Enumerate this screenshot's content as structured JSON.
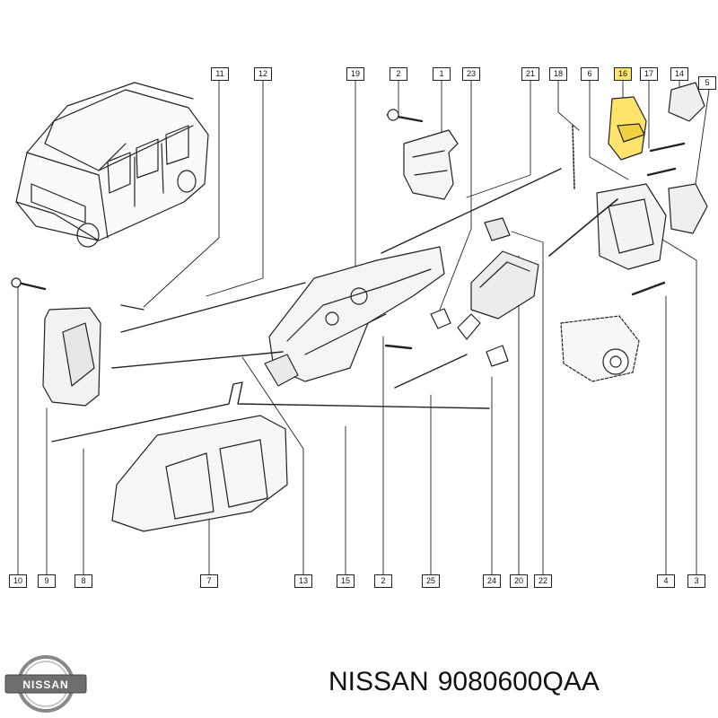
{
  "diagram": {
    "callouts_top": [
      "11",
      "12",
      "19",
      "2",
      "1",
      "23",
      "21",
      "18",
      "6",
      "16",
      "17",
      "14"
    ],
    "callouts_bottom": [
      "10",
      "9",
      "8",
      "7",
      "13",
      "15",
      "2",
      "25",
      "24",
      "20",
      "22",
      "4",
      "3"
    ],
    "callouts_right": [
      "5"
    ],
    "highlighted_part": "16",
    "highlight_color": "#ffe36a"
  },
  "footer": {
    "logo_text": "NISSAN",
    "brand": "NISSAN",
    "part_number": "9080600QAA"
  }
}
